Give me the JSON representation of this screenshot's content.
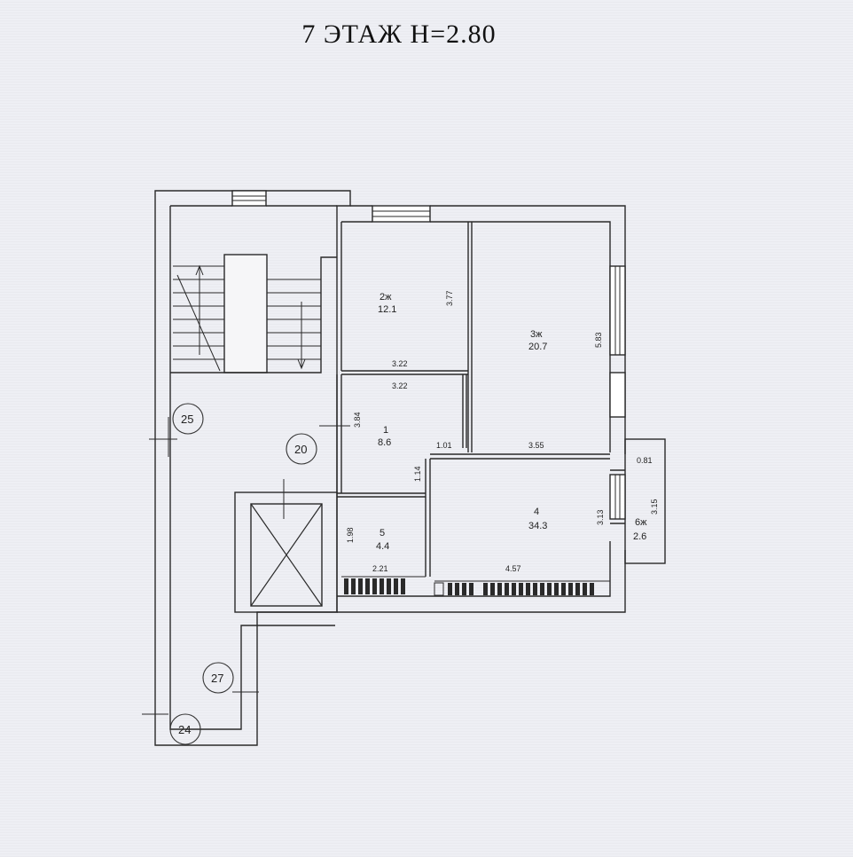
{
  "title": "7 ЭТАЖ  H=2.80",
  "rooms": {
    "r2": {
      "name": "2ж",
      "area": "12.1"
    },
    "r3": {
      "name": "3ж",
      "area": "20.7"
    },
    "r1": {
      "name": "1",
      "area": "8.6"
    },
    "r4": {
      "name": "4",
      "area": "34.3"
    },
    "r5": {
      "name": "5",
      "area": "4.4"
    },
    "r6": {
      "name": "6ж",
      "area": "2.6"
    }
  },
  "dimensions": {
    "d377": "3.77",
    "d322a": "3.22",
    "d322b": "3.22",
    "d583": "5.83",
    "d384": "3.84",
    "d101": "1.01",
    "d355": "3.55",
    "d114": "1.14",
    "d081": "0.81",
    "d313": "3.13",
    "d315": "3.15",
    "d198": "1.98",
    "d221": "2.21",
    "d457": "4.57"
  },
  "markers": {
    "m25": "25",
    "m20": "20",
    "m27": "27",
    "m24": "24"
  }
}
